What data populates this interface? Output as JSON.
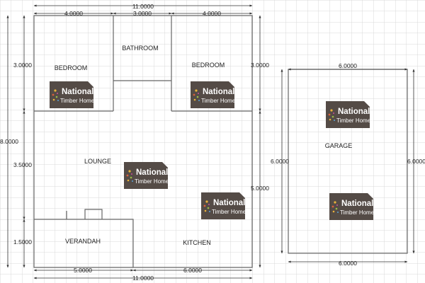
{
  "dimensions": {
    "top_total": "11.0000",
    "top_left": "4.0000",
    "top_mid": "3.0000",
    "top_right": "4.0000",
    "left_total": "8.0000",
    "left_upper": "3.0000",
    "left_mid": "3.5000",
    "left_lower": "1.5000",
    "right_upper": "3.0000",
    "right_lower": "5.0000",
    "bottom_total": "11.0000",
    "bottom_left": "5.0000",
    "bottom_right": "6.0000",
    "garage_top": "6.0000",
    "garage_bottom": "6.0000",
    "garage_left": "6.0000",
    "garage_right": "6.0000"
  },
  "rooms": {
    "bedroom_left": "BEDROOM",
    "bathroom": "BATHROOM",
    "bedroom_right": "BEDROOM",
    "lounge": "LOUNGE",
    "verandah": "VERANDAH",
    "kitchen": "KITCHEN",
    "garage": "GARAGE"
  },
  "logo": {
    "line1": "National",
    "line2": "Timber Homes"
  },
  "colors": {
    "grid": "#d6d6d6",
    "wall": "#6a6a6a",
    "logo_bg": "#544b46"
  }
}
